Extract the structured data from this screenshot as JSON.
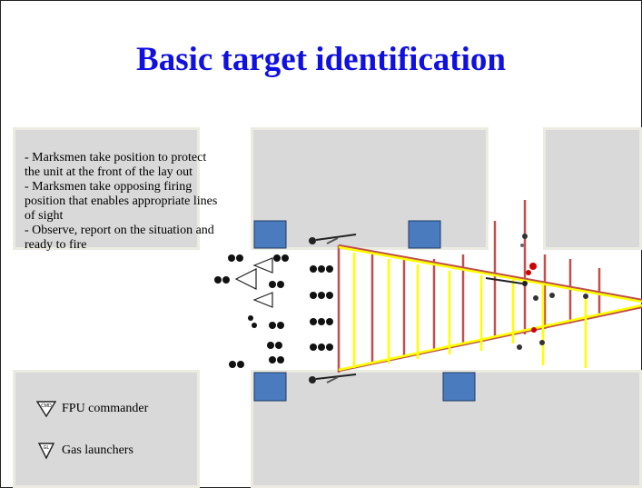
{
  "slide": {
    "title": "Basic target identification"
  },
  "description": {
    "lines": [
      "- Marksmen take position to protect the unit at the front of the lay out",
      "- Marksmen take opposing firing  position that enables appropriate lines of sight",
      "- Observe, report on the situation and ready to fire"
    ]
  },
  "legend": {
    "items": [
      {
        "icon": "fpu-commander-icon",
        "label": "FPU commander",
        "tag": "CMD"
      },
      {
        "icon": "gas-launcher-icon",
        "label": "Gas launchers",
        "tag": "GL"
      }
    ]
  },
  "colors": {
    "title": "#1010e0",
    "building": "#d9d9d9",
    "building_border": "#ecebe2",
    "vehicle": "#4a7bbf",
    "sight_line": "#ffff00",
    "fire_line": "#c0504d",
    "target_highlight": "#cc0000"
  }
}
